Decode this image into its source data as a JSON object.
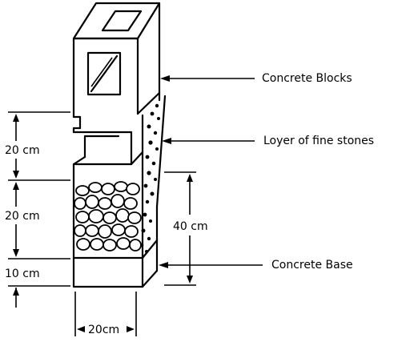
{
  "labels": {
    "concrete_blocks": "Concrete Blocks",
    "fine_stones": "Loyer of fine stones",
    "concrete_base": "Concrete Base"
  },
  "dimensions": {
    "block_height": "20 cm",
    "stone_fill_height": "20 cm",
    "base_height": "10 cm",
    "back_height": "40 cm",
    "width": "20cm"
  },
  "colors": {
    "ink": "#000000",
    "background": "#ffffff"
  }
}
